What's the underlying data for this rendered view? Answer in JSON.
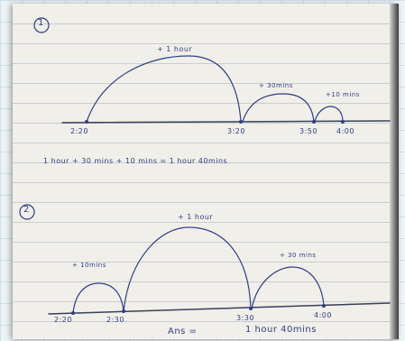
{
  "problem1": {
    "number": "1",
    "arc_labels": [
      "+ 1 hour",
      "+ 30mins",
      "+10 mins"
    ],
    "ticks": [
      "2:20",
      "3:20",
      "3:50",
      "4:00"
    ],
    "answer": "1 hour + 30 mins + 10 mins = 1 hour 40mins"
  },
  "problem2": {
    "number": "2",
    "arc_labels": [
      "+ 10mins",
      "+ 1 hour",
      "+ 30 mins"
    ],
    "ticks": [
      "2:20",
      "2:30",
      "3:30",
      "4:00"
    ],
    "answer_label": "Ans =",
    "answer": "1 hour 40mins"
  },
  "colors": {
    "ink": "#2f3f86",
    "paper": "#f1efe9",
    "rule_lines": "#c9ccd3"
  }
}
